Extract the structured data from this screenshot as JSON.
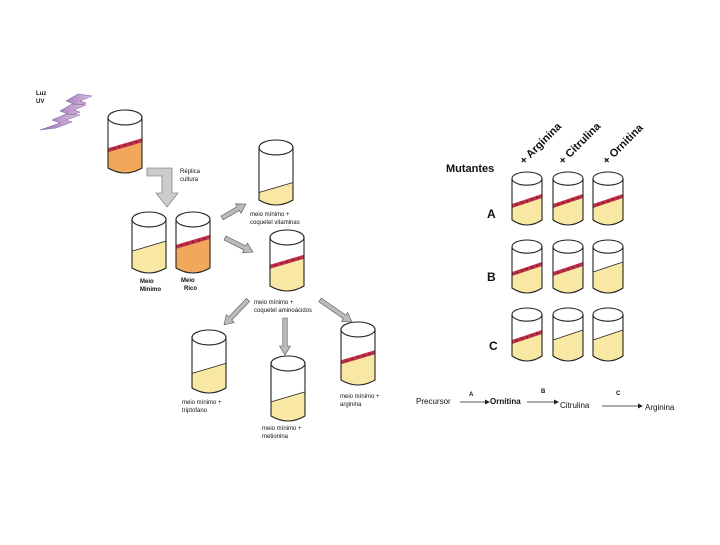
{
  "uv": {
    "line1": "Luz",
    "line2": "UV"
  },
  "replica": {
    "line1": "Réplica",
    "line2": "cultura"
  },
  "tubes": {
    "minimo": {
      "line1": "Meio",
      "line2": "Mínimo"
    },
    "rico": {
      "line1": "Meio",
      "line2": "Rico"
    },
    "vitaminas": {
      "line1": "meio mínimo +",
      "line2": "coquetel vitaminas"
    },
    "aminoacidos": {
      "line1": "meio mínimo +",
      "line2": "coquetel aminoácidos"
    },
    "triptofano": {
      "line1": "meio mínimo +",
      "line2": "triptofano"
    },
    "metionina": {
      "line1": "meio mínimo +",
      "line2": "metionina"
    },
    "arginina": {
      "line1": "meio mínimo +",
      "line2": "arginina"
    }
  },
  "mutants": {
    "title": "Mutantes",
    "columns": [
      "+ Arginina",
      "+ Citrulina",
      "+ Ornitina"
    ],
    "rows": [
      {
        "label": "A",
        "growth": [
          true,
          true,
          true
        ]
      },
      {
        "label": "B",
        "growth": [
          true,
          true,
          false
        ]
      },
      {
        "label": "C",
        "growth": [
          true,
          false,
          false
        ]
      }
    ]
  },
  "pathway": {
    "steps": [
      "Precursor",
      "Ornitina",
      "Citrulina",
      "Arginina"
    ],
    "enzymes": [
      "A",
      "B",
      "C"
    ]
  },
  "colors": {
    "medium_minimal": "#f8e8a4",
    "medium_rich": "#f2a85a",
    "colony": "#c0304a",
    "arrow": "#bbbbbb",
    "uv_bolt": "#b58fc4"
  }
}
